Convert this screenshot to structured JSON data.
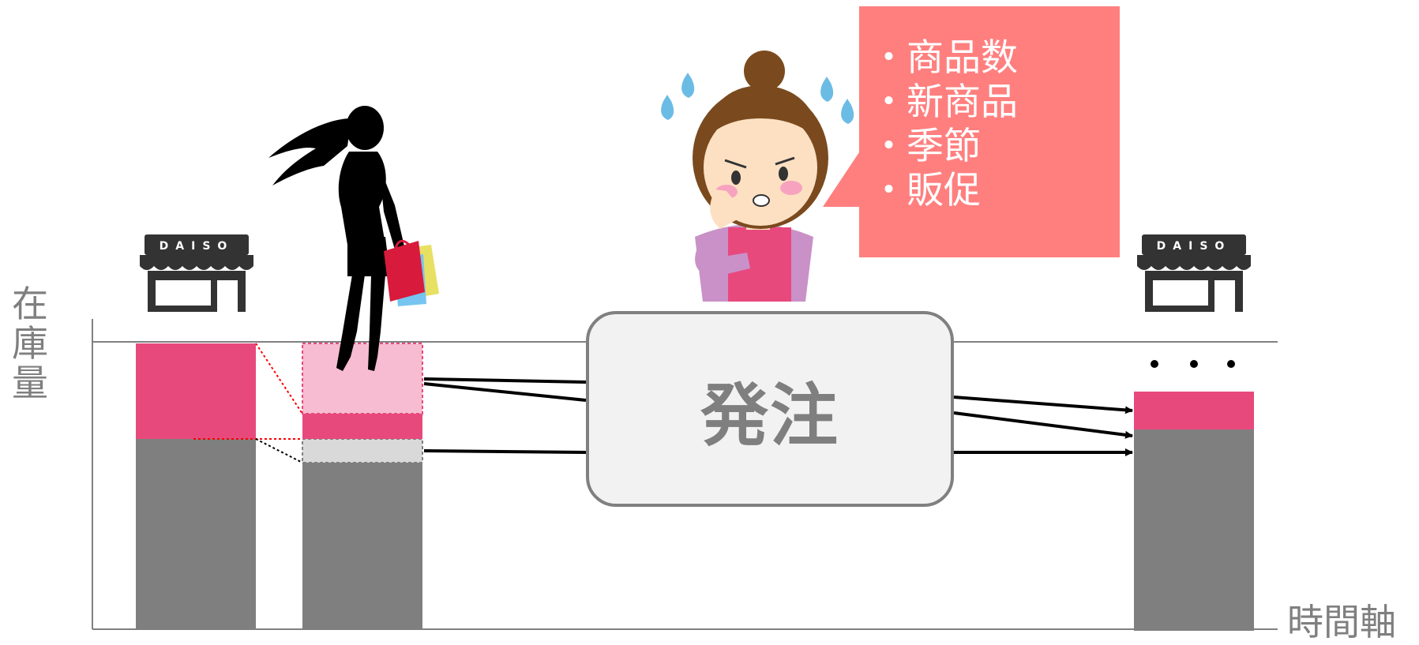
{
  "axes": {
    "y_label_chars": [
      "在",
      "庫",
      "量"
    ],
    "x_label": "時間軸"
  },
  "stores": [
    {
      "sign": "DAISO"
    },
    {
      "sign": "DAISO"
    }
  ],
  "speech_bubble": {
    "items": [
      "商品数",
      "新商品",
      "季節",
      "販促"
    ]
  },
  "order_box": {
    "label": "発注"
  },
  "ellipsis": "・・・",
  "colors": {
    "stock_gray": "#7f7f7f",
    "stock_pink": "#e8497d",
    "sold_pink": "#f7bcd1",
    "bubble": "#ff7f7f",
    "order_box_fill": "#f2f2f2",
    "order_box_border": "#808080"
  },
  "icons": [
    "store-icon",
    "shopper-silhouette-icon",
    "worried-clerk-icon",
    "sweat-drop-icon",
    "shopping-bag-icon"
  ]
}
